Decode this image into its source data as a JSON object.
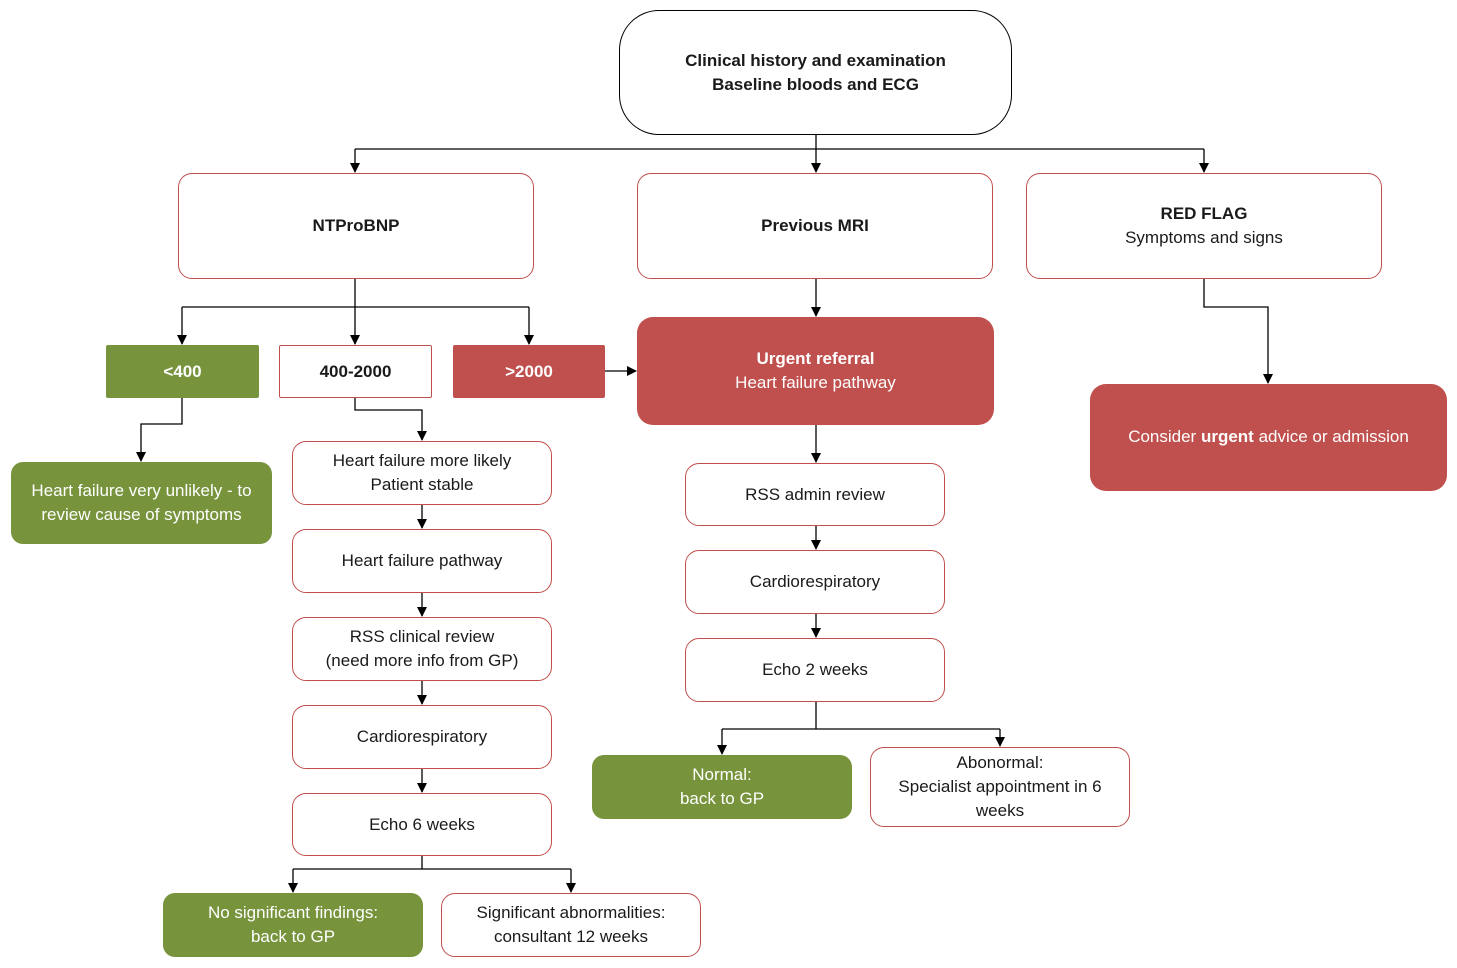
{
  "boxes": {
    "top": {
      "line1": "Clinical history and examination",
      "line2": "Baseline bloods and ECG"
    },
    "ntprobnp": {
      "label": "NTProBNP"
    },
    "previous_mri": {
      "label": "Previous MRI"
    },
    "red_flag": {
      "title": "RED FLAG",
      "subtitle": "Symptoms and signs"
    },
    "lt400": {
      "label": "<400"
    },
    "range_400_2000": {
      "label": "400-2000"
    },
    "gt2000": {
      "label": ">2000"
    },
    "urgent_referral": {
      "title": "Urgent referral",
      "subtitle": "Heart failure pathway"
    },
    "consider_urgent": {
      "prefix": "Consider ",
      "bold": "urgent",
      "suffix": " advice or admission"
    },
    "hf_unlikely": {
      "line1": "Heart failure very unlikely - to",
      "line2": "review cause of symptoms"
    },
    "hf_likely": {
      "line1": "Heart failure more likely",
      "line2": "Patient stable"
    },
    "hf_pathway": {
      "label": "Heart failure pathway"
    },
    "rss_clinical": {
      "line1": "RSS clinical review",
      "line2": "(need more info from GP)"
    },
    "cardio_left": {
      "label": "Cardiorespiratory"
    },
    "echo_6": {
      "label": "Echo 6 weeks"
    },
    "no_sig": {
      "line1": "No significant findings:",
      "line2": "back to GP"
    },
    "sig_abn": {
      "line1": "Significant abnormalities:",
      "line2": "consultant 12 weeks"
    },
    "rss_admin": {
      "label": "RSS admin review"
    },
    "cardio_mid": {
      "label": "Cardiorespiratory"
    },
    "echo_2": {
      "label": "Echo 2 weeks"
    },
    "normal": {
      "line1": "Normal:",
      "line2": "back to GP"
    },
    "abnormal": {
      "line1": "Abonormal:",
      "line2": "Specialist appointment in 6",
      "line3": "weeks"
    }
  },
  "colors": {
    "red": "#c0504d",
    "green": "#77933c",
    "black": "#000000"
  }
}
